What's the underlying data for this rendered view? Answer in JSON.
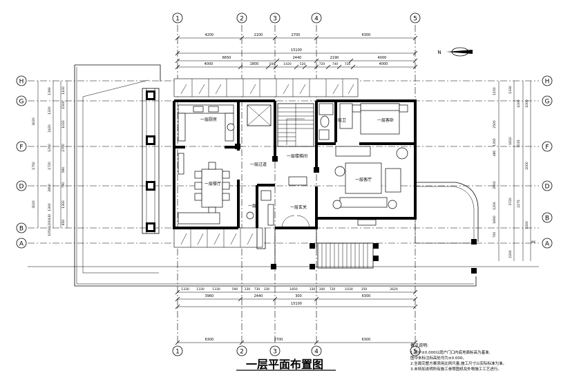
{
  "title": "一层平面布置图",
  "north_label": "N",
  "axes_vertical": [
    "1",
    "2",
    "3",
    "4",
    "5"
  ],
  "axes_horizontal": [
    "H",
    "G",
    "F",
    "D",
    "B",
    "A"
  ],
  "top_dims": {
    "row1": [
      "4200",
      "2100",
      "2700",
      "6300"
    ],
    "row2_total": "15100",
    "row3": [
      "6650",
      "2440",
      "2190",
      "4000"
    ],
    "row4": [
      "4000",
      "1800",
      "500",
      "1420",
      "520",
      "720",
      "740",
      "720",
      "4000"
    ]
  },
  "bottom_dims": {
    "row1": [
      "1330",
      "1330",
      "1330",
      "590",
      "330",
      "730",
      "330",
      "1850",
      "330",
      "300",
      "720",
      "1030",
      "350",
      "2620"
    ],
    "row2": [
      "3960",
      "2440",
      "300",
      "6300"
    ],
    "row3_total": "15100",
    "row4": [
      "6300",
      "2700",
      "6300"
    ]
  },
  "left_dims": {
    "outer": [
      "3020",
      "1750",
      "3020"
    ],
    "middle": [
      "1390",
      "1320",
      "2420",
      "1250",
      "1720",
      "2800",
      "1300",
      "430",
      "1200",
      "1050"
    ],
    "inner": [
      "1100",
      "1500",
      "1020",
      "2700",
      "560",
      "790",
      "1300",
      "650"
    ]
  },
  "right_dims": {
    "outer": [
      "1000",
      "3035",
      "2275"
    ],
    "middle": [
      "1150",
      "2500",
      "1350",
      "480",
      "2800",
      "1200",
      "1690",
      "700"
    ],
    "inner": [
      "1330",
      "1610",
      "3720"
    ],
    "far": [
      "1000",
      "2000",
      "1000"
    ],
    "bottom": [
      "2200"
    ]
  },
  "rooms": {
    "kitchen": "一层厨房",
    "bath": "一层卫",
    "bedroom": "一层客卧",
    "corridor": "一层过道",
    "stair": "一层楼梯间",
    "dining": "一层餐厅",
    "living": "一层客厅",
    "toilet": "一层",
    "entrance": "一层玄关"
  },
  "notes": {
    "heading": "备注说明:",
    "lines": [
      "1.图中±0.000以庭户门口内底地面标高为基准,",
      "   图中未标注标高处均为±0.000。",
      "2.全面完整方案须用比例尺量,施工尺寸以实际标准为准。",
      "3.未特加说明所有施工参照图纸及外物施工工艺进行。"
    ]
  },
  "side_label": "M6"
}
